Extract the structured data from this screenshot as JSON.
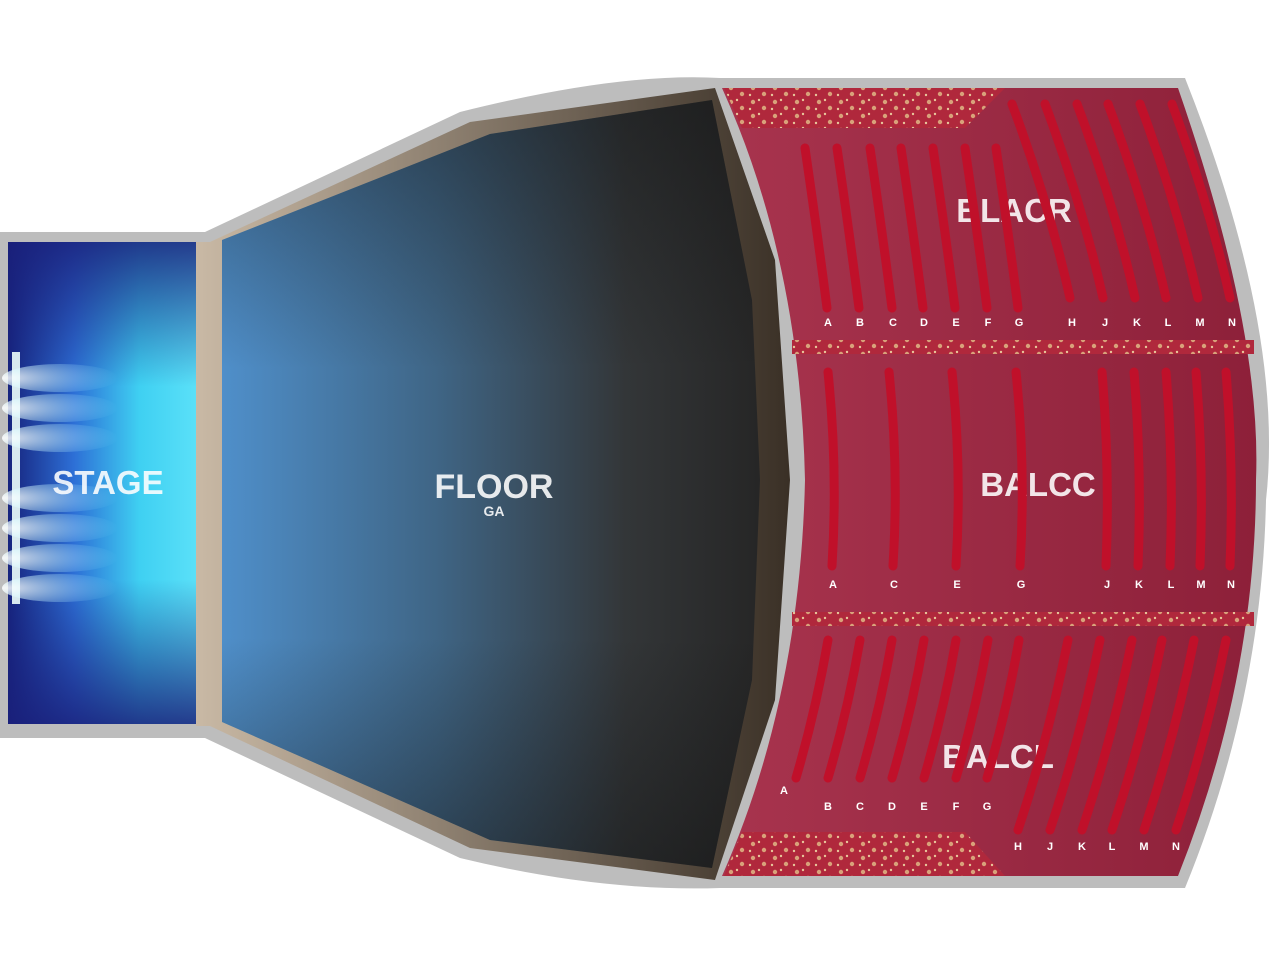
{
  "venue_map": {
    "stage": {
      "label": "STAGE"
    },
    "floor": {
      "label": "FLOOR",
      "sublabel": "GA"
    },
    "sections": {
      "blacr": {
        "label": "BLACR",
        "rows": [
          "A",
          "B",
          "C",
          "D",
          "E",
          "F",
          "G",
          "H",
          "J",
          "K",
          "L",
          "M",
          "N"
        ]
      },
      "balcc": {
        "label": "BALCC",
        "rows": [
          "A",
          "C",
          "E",
          "G",
          "J",
          "K",
          "L",
          "M",
          "N"
        ]
      },
      "balcl": {
        "label": "BALCL",
        "rows": [
          "A",
          "B",
          "C",
          "D",
          "E",
          "F",
          "G",
          "H",
          "J",
          "K",
          "L",
          "M",
          "N"
        ]
      }
    },
    "colors": {
      "outline": "#b5b5b5",
      "stage_light": "#3fd0f2",
      "stage_dark": "#1a1f7a",
      "floor_light": "#4d8fc9",
      "floor_dark": "#2b2b2b",
      "balcony": "#9c2a45",
      "row": "#c0102a",
      "trim": "#c8a98a"
    }
  }
}
